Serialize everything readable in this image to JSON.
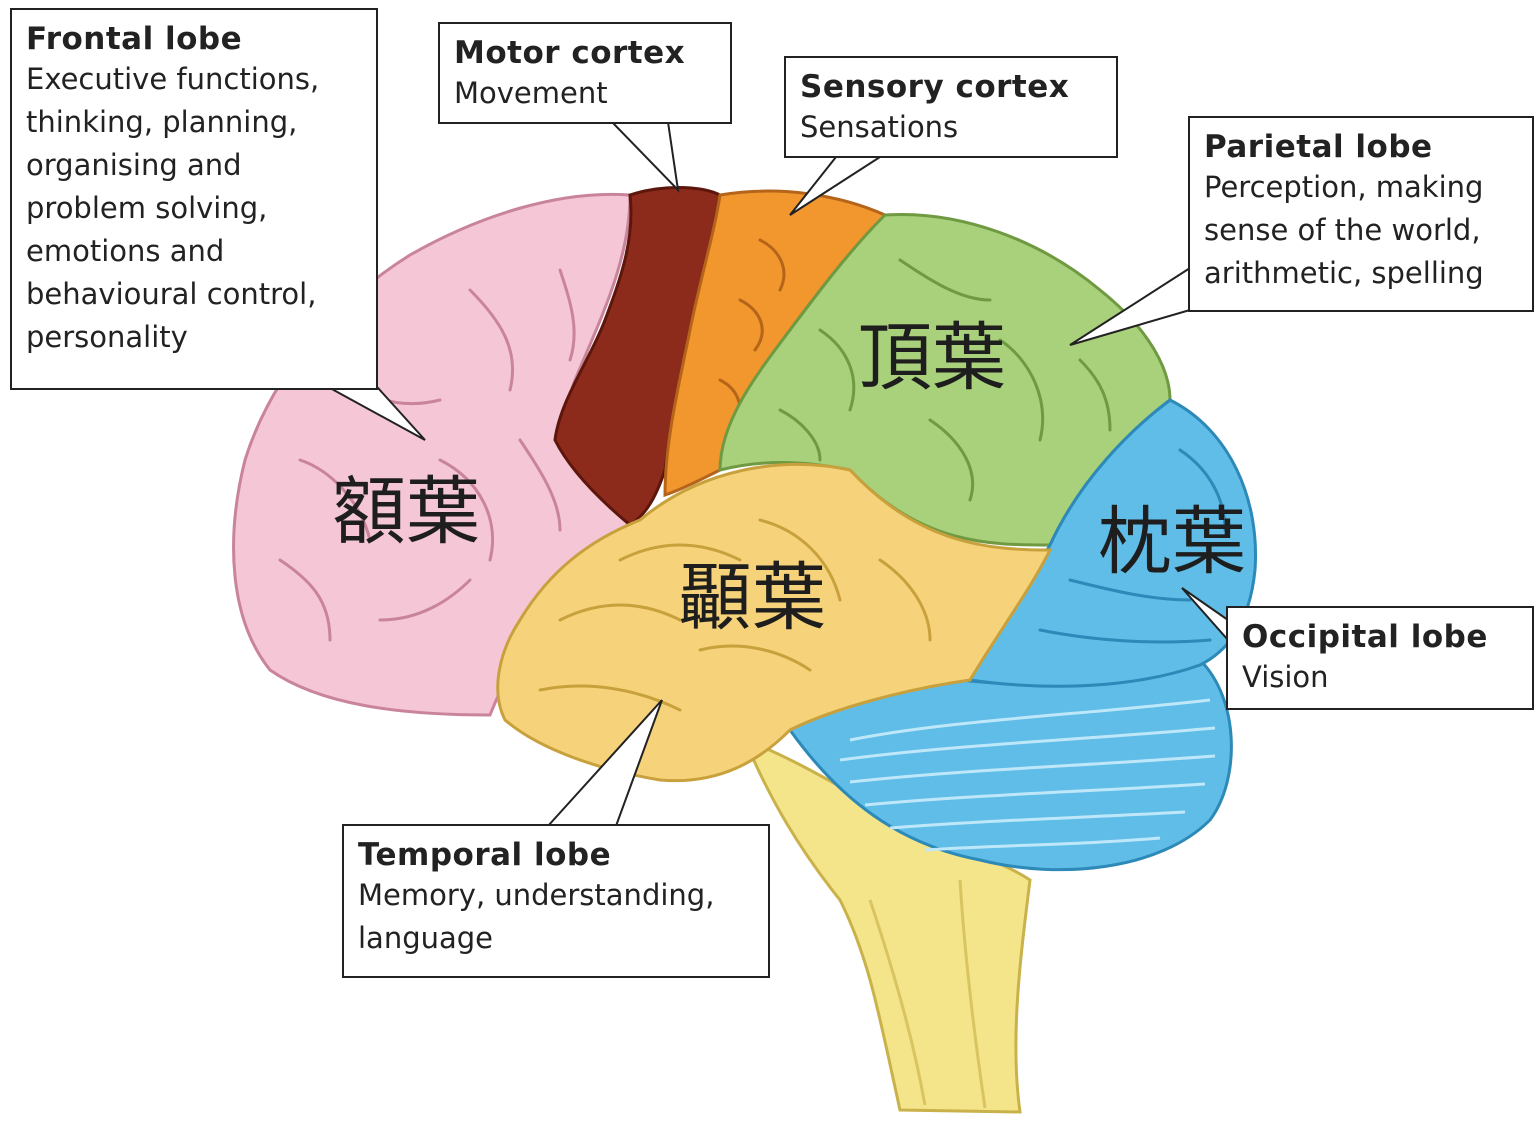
{
  "callouts": {
    "frontal": {
      "title": "Frontal lobe",
      "desc": "Executive functions,\nthinking, planning,\norganising and\nproblem solving,\nemotions and\nbehavioural control,\npersonality"
    },
    "motor": {
      "title": "Motor cortex",
      "desc": "Movement"
    },
    "sensory": {
      "title": "Sensory cortex",
      "desc": "Sensations"
    },
    "parietal": {
      "title": "Parietal lobe",
      "desc": "Perception, making\nsense of the world,\narithmetic, spelling"
    },
    "occipital": {
      "title": "Occipital lobe",
      "desc": "Vision"
    },
    "temporal": {
      "title": "Temporal lobe",
      "desc": "Memory, understanding,\nlanguage"
    }
  },
  "cjk_labels": {
    "frontal": "額葉",
    "parietal": "頂葉",
    "occipital": "枕葉",
    "temporal": "顳葉"
  },
  "colors": {
    "frontal": "#f4c6d6",
    "motor": "#8c2a1c",
    "sensory": "#f2962e",
    "parietal": "#a9d07a",
    "occipital": "#5fbde8",
    "temporal": "#f6d37a",
    "cerebellum": "#5fbde8",
    "brainstem": "#f4e48a"
  }
}
